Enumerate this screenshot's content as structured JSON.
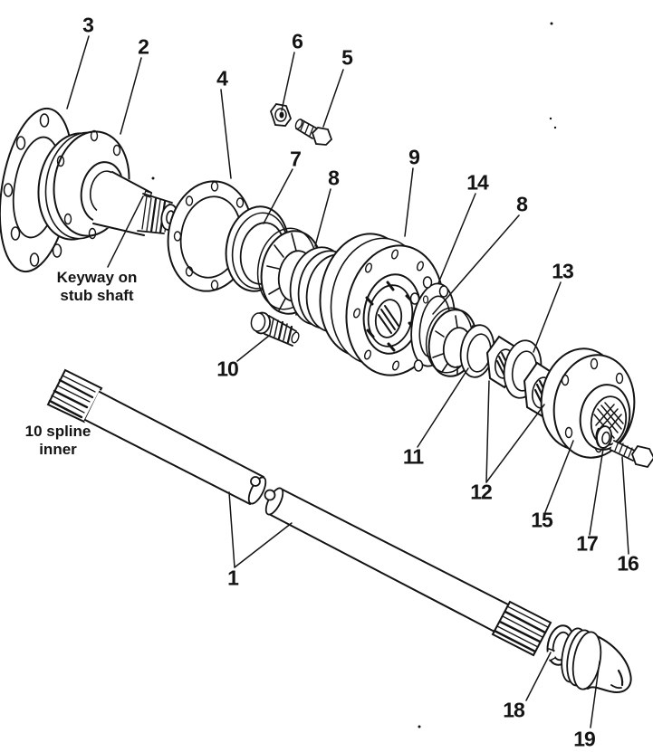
{
  "diagram": {
    "type": "exploded-parts-diagram",
    "subject": "axle shaft, stub shaft flange, hub, bearings and drive flange assembly",
    "colors": {
      "ink": "#141414",
      "background": "#ffffff"
    },
    "callouts": [
      {
        "label": "3"
      },
      {
        "label": "2"
      },
      {
        "label": "6"
      },
      {
        "label": "5"
      },
      {
        "label": "4"
      },
      {
        "label": "7"
      },
      {
        "label": "8"
      },
      {
        "label": "9"
      },
      {
        "label": "14"
      },
      {
        "label": "8"
      },
      {
        "label": "13"
      },
      {
        "label": "10"
      },
      {
        "label": "11"
      },
      {
        "label": "12"
      },
      {
        "label": "15"
      },
      {
        "label": "17"
      },
      {
        "label": "16"
      },
      {
        "label": "1"
      },
      {
        "label": "18"
      },
      {
        "label": "19"
      }
    ],
    "annotations": [
      {
        "line1": "Keyway on",
        "line2": "stub shaft"
      },
      {
        "line1": "10 spline",
        "line2": "inner"
      }
    ]
  }
}
